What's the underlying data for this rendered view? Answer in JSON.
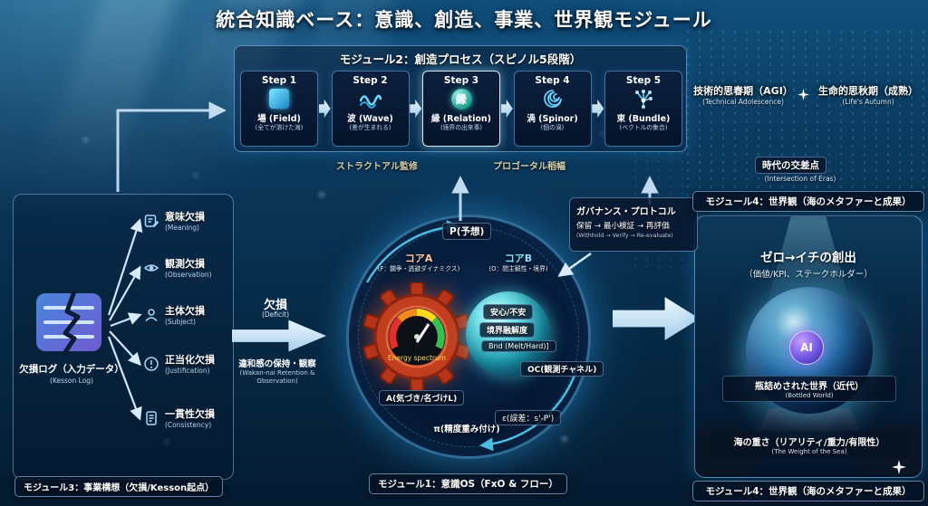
{
  "title": "統合知識ベース：意識、創造、事業、世界観モジュール",
  "colors": {
    "accent_cyan": "#56d9ff",
    "gear_red": "#c13f1f",
    "sphere_teal": "#1f9fb0",
    "arrow_light": "#d7ecff"
  },
  "module2": {
    "title": "モジュール2：創造プロセス（スピノル5段階）",
    "steps": [
      {
        "label": "Step 1",
        "name": "場 (Field)",
        "desc": "(全てが溶けた海)"
      },
      {
        "label": "Step 2",
        "name": "波 (Wave)",
        "desc": "(差が生まれる)"
      },
      {
        "label": "Step 3",
        "name": "縁 (Relation)",
        "desc": "(境界の出来事)",
        "icon_char": "縁"
      },
      {
        "label": "Step 4",
        "name": "渦 (Spinor)",
        "desc": "(個の渦)"
      },
      {
        "label": "Step 5",
        "name": "束 (Bundle)",
        "desc": "(ベクトルの集合)"
      }
    ],
    "annotation_left": "ストラクトアル監修",
    "annotation_right": "プロゴータル稻幅"
  },
  "module3": {
    "log_title": "欠損ログ（入力データ）",
    "log_subtitle": "(Kesson Log)",
    "deficits": [
      {
        "jp": "意味欠損",
        "en": "(Meaning)"
      },
      {
        "jp": "観測欠損",
        "en": "(Observation)"
      },
      {
        "jp": "主体欠損",
        "en": "(Subject)"
      },
      {
        "jp": "正当化欠損",
        "en": "(Justification)"
      },
      {
        "jp": "一貫性欠損",
        "en": "(Consistency)"
      }
    ],
    "footer": "モジュール3：事業構想（欠損/Kesson起点）"
  },
  "transition": {
    "label": "欠損",
    "label_en": "(Deficit)",
    "note": "違和感の保持・観察",
    "note_en": "(Wakan-nai Retention & Observation)"
  },
  "module1": {
    "p_label": "P(予想)",
    "core_a": "コアA",
    "core_a_desc": "(F：闘争・逃避ダイナミクス)",
    "core_b": "コアB",
    "core_b_desc": "(O：間主観性・境界)",
    "gauge_label": "Energy spectrum",
    "chip_anshin": "安心/不安",
    "chip_boundary": "境界融解度",
    "chip_bnd": "Bnd (Melt/Hard)]",
    "oc_label": "OC(観測チャネル)",
    "a_label": "A(気づき/名づけL)",
    "eps_label": "ε(誤差：s'-P')",
    "pi_label": "π(精度重み付け)",
    "footer": "モジュール1：意識OS（FxO & フロー）"
  },
  "governance": {
    "title": "ガバナンス・プロトコル",
    "flow": "保留 → 最小検証 → 再評価",
    "flow_en": "(Withhold → Verify → Re-evaluate)"
  },
  "module4": {
    "badge_left": "技術的思春期（AGI）",
    "badge_left_en": "(Technical Adolescence)",
    "badge_right": "生命的思秋期（成熟）",
    "badge_right_en": "(Life's Autumn)",
    "era": "時代の交差点",
    "era_en": "(Intersection of Eras)",
    "header": "モジュール4：世界観（海のメタファーと成果）",
    "creation": "ゼロ→イチの創出",
    "creation_sub": "（価値/KPI、ステークホルダー）",
    "ai_label": "AI",
    "bottled": "瓶詰めされた世界（近代）",
    "bottled_en": "(Bottled World)",
    "weight": "海の重さ（リアリティ/重力/有限性）",
    "weight_en": "(The Weight of the Sea)",
    "footer": "モジュール4：世界観（海のメタファーと成果）"
  }
}
